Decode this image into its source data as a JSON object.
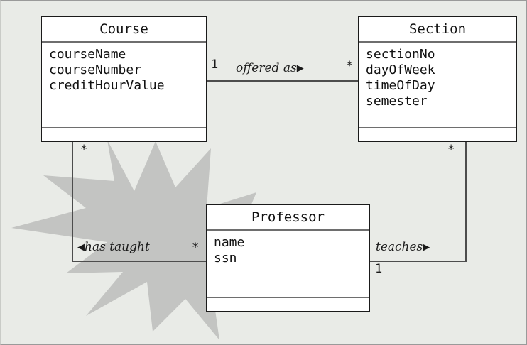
{
  "diagram": {
    "type": "uml-class-diagram",
    "background_color": "#e9ebe7",
    "burst_color": "#c3c4c2",
    "line_color": "#4d4d4d",
    "box_fill": "#ffffff",
    "box_border": "#1a1a1a"
  },
  "classes": [
    {
      "id": "course",
      "name": "Course",
      "attributes": [
        "courseName",
        "courseNumber",
        "creditHourValue"
      ],
      "operations": []
    },
    {
      "id": "section",
      "name": "Section",
      "attributes": [
        "sectionNo",
        "dayOfWeek",
        "timeOfDay",
        "semester"
      ],
      "operations": []
    },
    {
      "id": "professor",
      "name": "Professor",
      "attributes": [
        "name",
        "ssn"
      ],
      "operations": []
    }
  ],
  "associations": [
    {
      "id": "offered-as",
      "label": "offered as",
      "direction_glyph": "▶",
      "direction": "right",
      "source": "Course",
      "target": "Section",
      "source_multiplicity": "1",
      "target_multiplicity": "*"
    },
    {
      "id": "has-taught",
      "label": "has taught",
      "direction_glyph": "◀",
      "direction": "left",
      "source": "Professor",
      "target": "Course",
      "source_multiplicity": "*",
      "target_multiplicity": "*"
    },
    {
      "id": "teaches",
      "label": "teaches",
      "direction_glyph": "▶",
      "direction": "right",
      "source": "Professor",
      "target": "Section",
      "source_multiplicity": "1",
      "target_multiplicity": "*"
    }
  ],
  "multiplicity_markers": {
    "course_right": "1",
    "section_left": "*",
    "course_bottom": "*",
    "section_bottom": "*",
    "professor_left": "*",
    "professor_right": "1"
  }
}
